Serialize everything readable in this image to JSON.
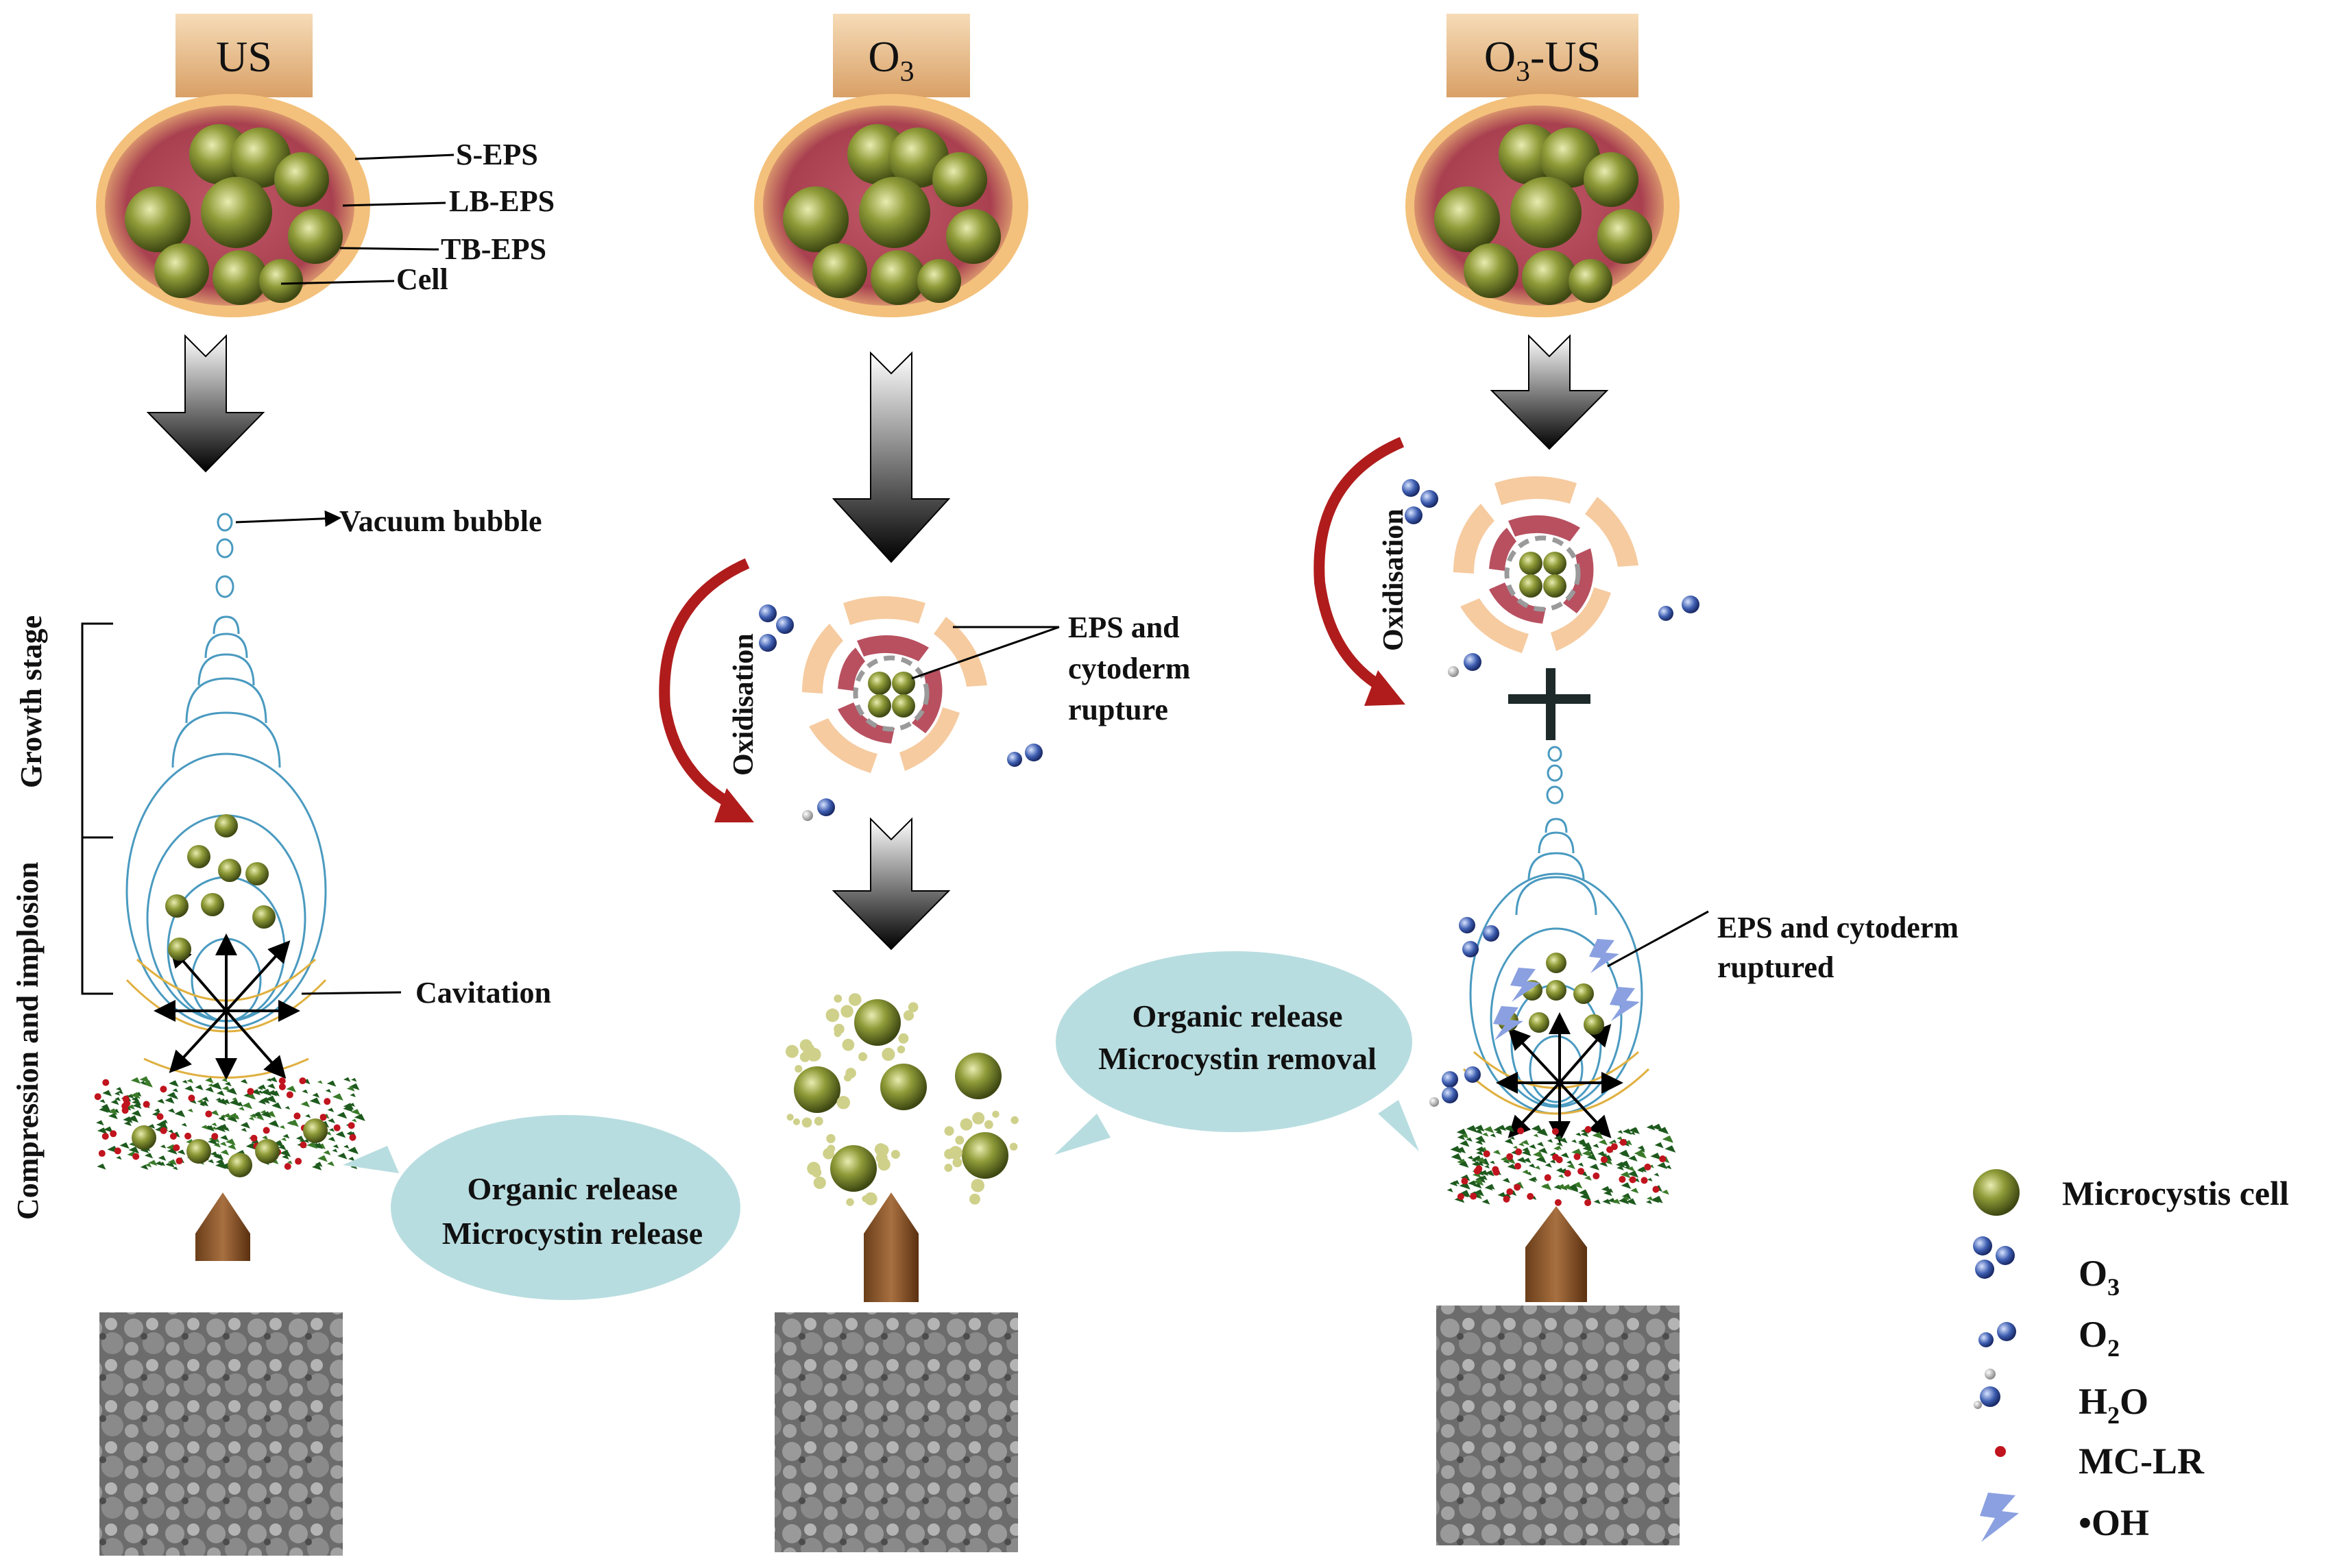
{
  "columns": [
    {
      "title": "US",
      "title_sub": ""
    },
    {
      "title": "O",
      "title_sub": "3"
    },
    {
      "title": "O",
      "title_sub": "3",
      "title_suffix": "-US"
    }
  ],
  "floc_labels": {
    "s_eps": "S-EPS",
    "lb_eps": "LB-EPS",
    "tb_eps": "TB-EPS",
    "cell": "Cell"
  },
  "us_panel": {
    "vacuum_bubble": "Vacuum bubble",
    "growth_stage": "Growth stage",
    "compression": "Compression and implosion",
    "cavitation": "Cavitation",
    "bubble_line1": "Organic release",
    "bubble_line2": "Microcystin release"
  },
  "o3_panel": {
    "oxidisation": "Oxidisation",
    "rupture_line1": "EPS and",
    "rupture_line2": "cytoderm",
    "rupture_line3": "rupture",
    "bubble_line1": "Organic release",
    "bubble_line2": "Microcystin removal"
  },
  "o3us_panel": {
    "oxidisation": "Oxidisation",
    "ruptured_line1": "EPS and cytoderm",
    "ruptured_line2": "ruptured"
  },
  "legend": [
    {
      "icon": "microcystis-cell-icon",
      "label": "Microcystis cell",
      "sub": ""
    },
    {
      "icon": "ozone-molecule-icon",
      "label": "O",
      "sub": "3"
    },
    {
      "icon": "oxygen-molecule-icon",
      "label": "O",
      "sub": "2"
    },
    {
      "icon": "water-molecule-icon",
      "label": "H",
      "sub": "2",
      "suffix": "O"
    },
    {
      "icon": "mc-lr-dot-icon",
      "label": "MC-LR",
      "sub": ""
    },
    {
      "icon": "hydroxyl-radical-icon",
      "label": "•OH",
      "sub": ""
    }
  ],
  "colors": {
    "header_bg": "#e8c090",
    "cell_green": "#7a8a2a",
    "eps_red": "#b85060",
    "eps_outer": "#f5c07a",
    "bubble_blue": "#4a9ac0",
    "speech_bubble": "#b8dde0",
    "oxidation_arrow": "#b01c1c",
    "electrode_brown": "#8a5a30",
    "mc_lr_red": "#c0141e"
  }
}
